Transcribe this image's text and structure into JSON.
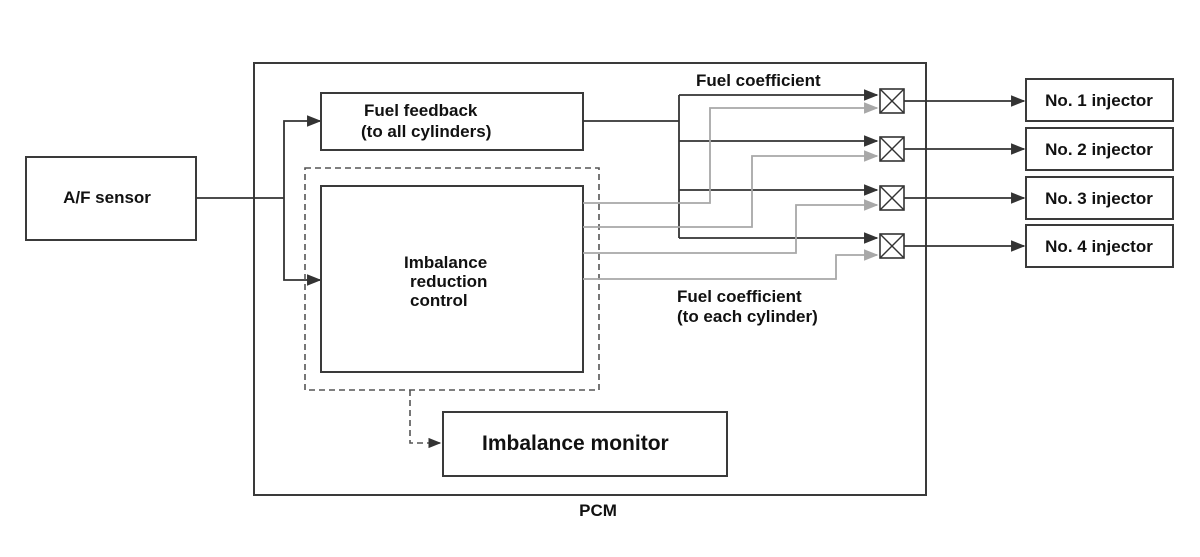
{
  "blocks": {
    "af_sensor": "A/F sensor",
    "pcm": "PCM",
    "fuel_feedback": [
      "Fuel feedback",
      "(to all cylinders)"
    ],
    "imbalance_reduction": [
      "Imbalance",
      "reduction",
      "control"
    ],
    "imbalance_monitor": "Imbalance monitor"
  },
  "labels": {
    "fuel_coefficient": "Fuel coefficient",
    "fuel_coefficient_each": [
      "Fuel coefficient",
      "(to each cylinder)"
    ]
  },
  "injectors": [
    "No. 1 injector",
    "No. 2 injector",
    "No. 3 injector",
    "No. 4 injector"
  ],
  "colors": {
    "line_dark": "#333333",
    "line_light": "#a8a8a8"
  }
}
